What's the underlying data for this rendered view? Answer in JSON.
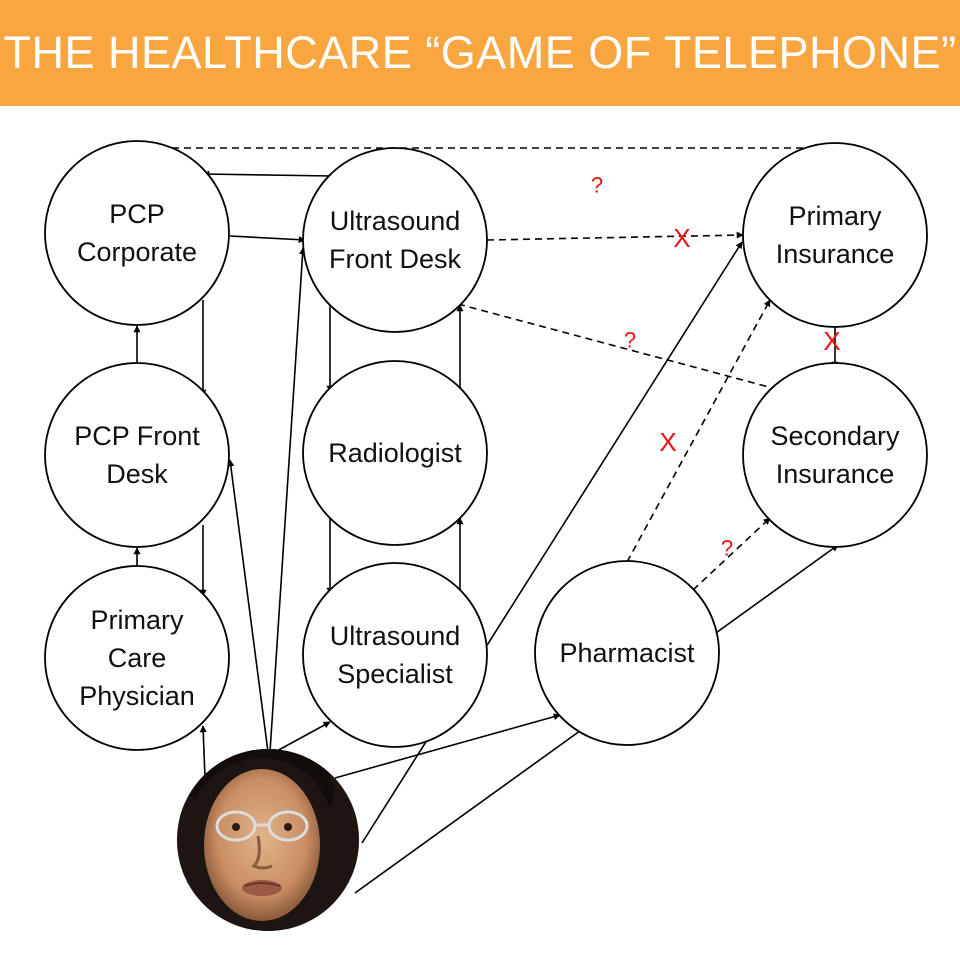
{
  "header": {
    "title": "THE HEALTHCARE “GAME OF TELEPHONE”",
    "background_color": "#f9a540",
    "title_color": "#ffffff"
  },
  "diagram": {
    "node_stroke_color": "#000000",
    "mark_color": "#ee1111",
    "nodes": [
      {
        "id": "pcp-corporate",
        "lines": [
          "PCP",
          "Corporate"
        ]
      },
      {
        "id": "ultrasound-front-desk",
        "lines": [
          "Ultrasound",
          "Front Desk"
        ]
      },
      {
        "id": "primary-insurance",
        "lines": [
          "Primary",
          "Insurance"
        ]
      },
      {
        "id": "pcp-front-desk",
        "lines": [
          "PCP Front",
          "Desk"
        ]
      },
      {
        "id": "radiologist",
        "lines": [
          "Radiologist"
        ]
      },
      {
        "id": "secondary-insurance",
        "lines": [
          "Secondary",
          "Insurance"
        ]
      },
      {
        "id": "primary-care-physician",
        "lines": [
          "Primary",
          "Care",
          "Physician"
        ]
      },
      {
        "id": "ultrasound-specialist",
        "lines": [
          "Ultrasound",
          "Specialist"
        ]
      },
      {
        "id": "pharmacist",
        "lines": [
          "Pharmacist"
        ]
      }
    ],
    "patient": {
      "id": "patient",
      "photo_icon": "patient-photo"
    },
    "edges": [
      {
        "from": "pcp-corporate",
        "to": "primary-insurance",
        "style": "dashed"
      },
      {
        "from": "ultrasound-front-desk",
        "to": "pcp-corporate",
        "style": "solid"
      },
      {
        "from": "pcp-corporate",
        "to": "ultrasound-front-desk",
        "style": "solid"
      },
      {
        "from": "ultrasound-front-desk",
        "to": "primary-insurance",
        "style": "dashed"
      },
      {
        "from": "ultrasound-front-desk",
        "to": "secondary-insurance",
        "style": "dashed"
      },
      {
        "from": "primary-insurance",
        "to": "secondary-insurance",
        "style": "solid"
      },
      {
        "from": "pcp-corporate",
        "to": "pcp-front-desk",
        "style": "solid"
      },
      {
        "from": "pcp-front-desk",
        "to": "pcp-corporate",
        "style": "solid"
      },
      {
        "from": "ultrasound-front-desk",
        "to": "radiologist",
        "style": "solid"
      },
      {
        "from": "radiologist",
        "to": "ultrasound-front-desk",
        "style": "solid"
      },
      {
        "from": "pcp-front-desk",
        "to": "primary-care-physician",
        "style": "solid"
      },
      {
        "from": "primary-care-physician",
        "to": "pcp-front-desk",
        "style": "solid"
      },
      {
        "from": "radiologist",
        "to": "ultrasound-specialist",
        "style": "solid"
      },
      {
        "from": "ultrasound-specialist",
        "to": "radiologist",
        "style": "solid"
      },
      {
        "from": "pharmacist",
        "to": "primary-insurance",
        "style": "dashed"
      },
      {
        "from": "pharmacist",
        "to": "secondary-insurance",
        "style": "dashed"
      },
      {
        "from": "patient",
        "to": "primary-care-physician",
        "style": "solid"
      },
      {
        "from": "patient",
        "to": "pcp-front-desk",
        "style": "solid"
      },
      {
        "from": "patient",
        "to": "ultrasound-front-desk",
        "style": "solid"
      },
      {
        "from": "patient",
        "to": "ultrasound-specialist",
        "style": "solid"
      },
      {
        "from": "patient",
        "to": "pharmacist",
        "style": "solid"
      },
      {
        "from": "patient",
        "to": "primary-insurance",
        "style": "solid"
      },
      {
        "from": "patient",
        "to": "secondary-insurance",
        "style": "solid"
      }
    ],
    "marks": [
      {
        "id": "q-top",
        "text": "?"
      },
      {
        "id": "x-front-desk-primary",
        "text": "X"
      },
      {
        "id": "q-front-desk-secondary",
        "text": "?"
      },
      {
        "id": "x-primary-secondary",
        "text": "X"
      },
      {
        "id": "x-pharmacist-primary",
        "text": "X"
      },
      {
        "id": "q-pharmacist-secondary",
        "text": "?"
      }
    ]
  }
}
